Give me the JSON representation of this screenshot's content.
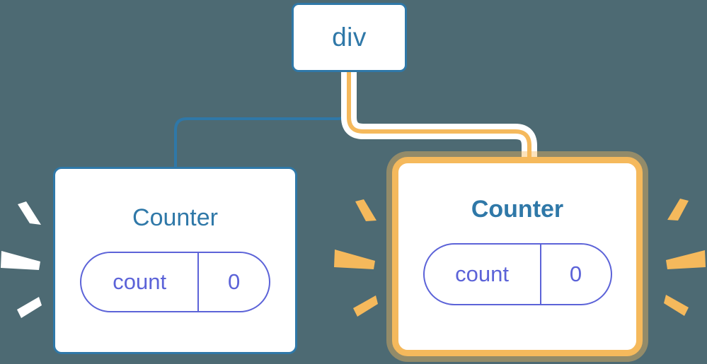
{
  "diagram": {
    "title": "component-tree-reactivity",
    "background_color": "#4d6a73"
  },
  "nodes": {
    "root": {
      "label": "div",
      "border_color": "#2f78a8",
      "text_color": "#2f78a8"
    },
    "counter_left": {
      "title": "Counter",
      "highlighted": "false",
      "border_color": "#2f78a8",
      "title_color": "#2f78a8",
      "state": {
        "key": "count",
        "value": "0",
        "color": "#5c63d8"
      }
    },
    "counter_right": {
      "title": "Counter",
      "highlighted": "true",
      "border_color": "#f5b95c",
      "title_color": "#2f78a8",
      "state": {
        "key": "count",
        "value": "0",
        "color": "#5c63d8"
      }
    }
  },
  "edges": {
    "root_to_left": {
      "color": "#2f78a8",
      "active": "false"
    },
    "root_to_right": {
      "color": "#f5b95c",
      "halo_color": "#ffffff",
      "active": "true"
    }
  },
  "sparkles": {
    "left_card": {
      "color": "#ffffff",
      "count": "3"
    },
    "right_card_left": {
      "color": "#f5b95c",
      "count": "3"
    },
    "right_card_right": {
      "color": "#f5b95c",
      "count": "3"
    }
  }
}
